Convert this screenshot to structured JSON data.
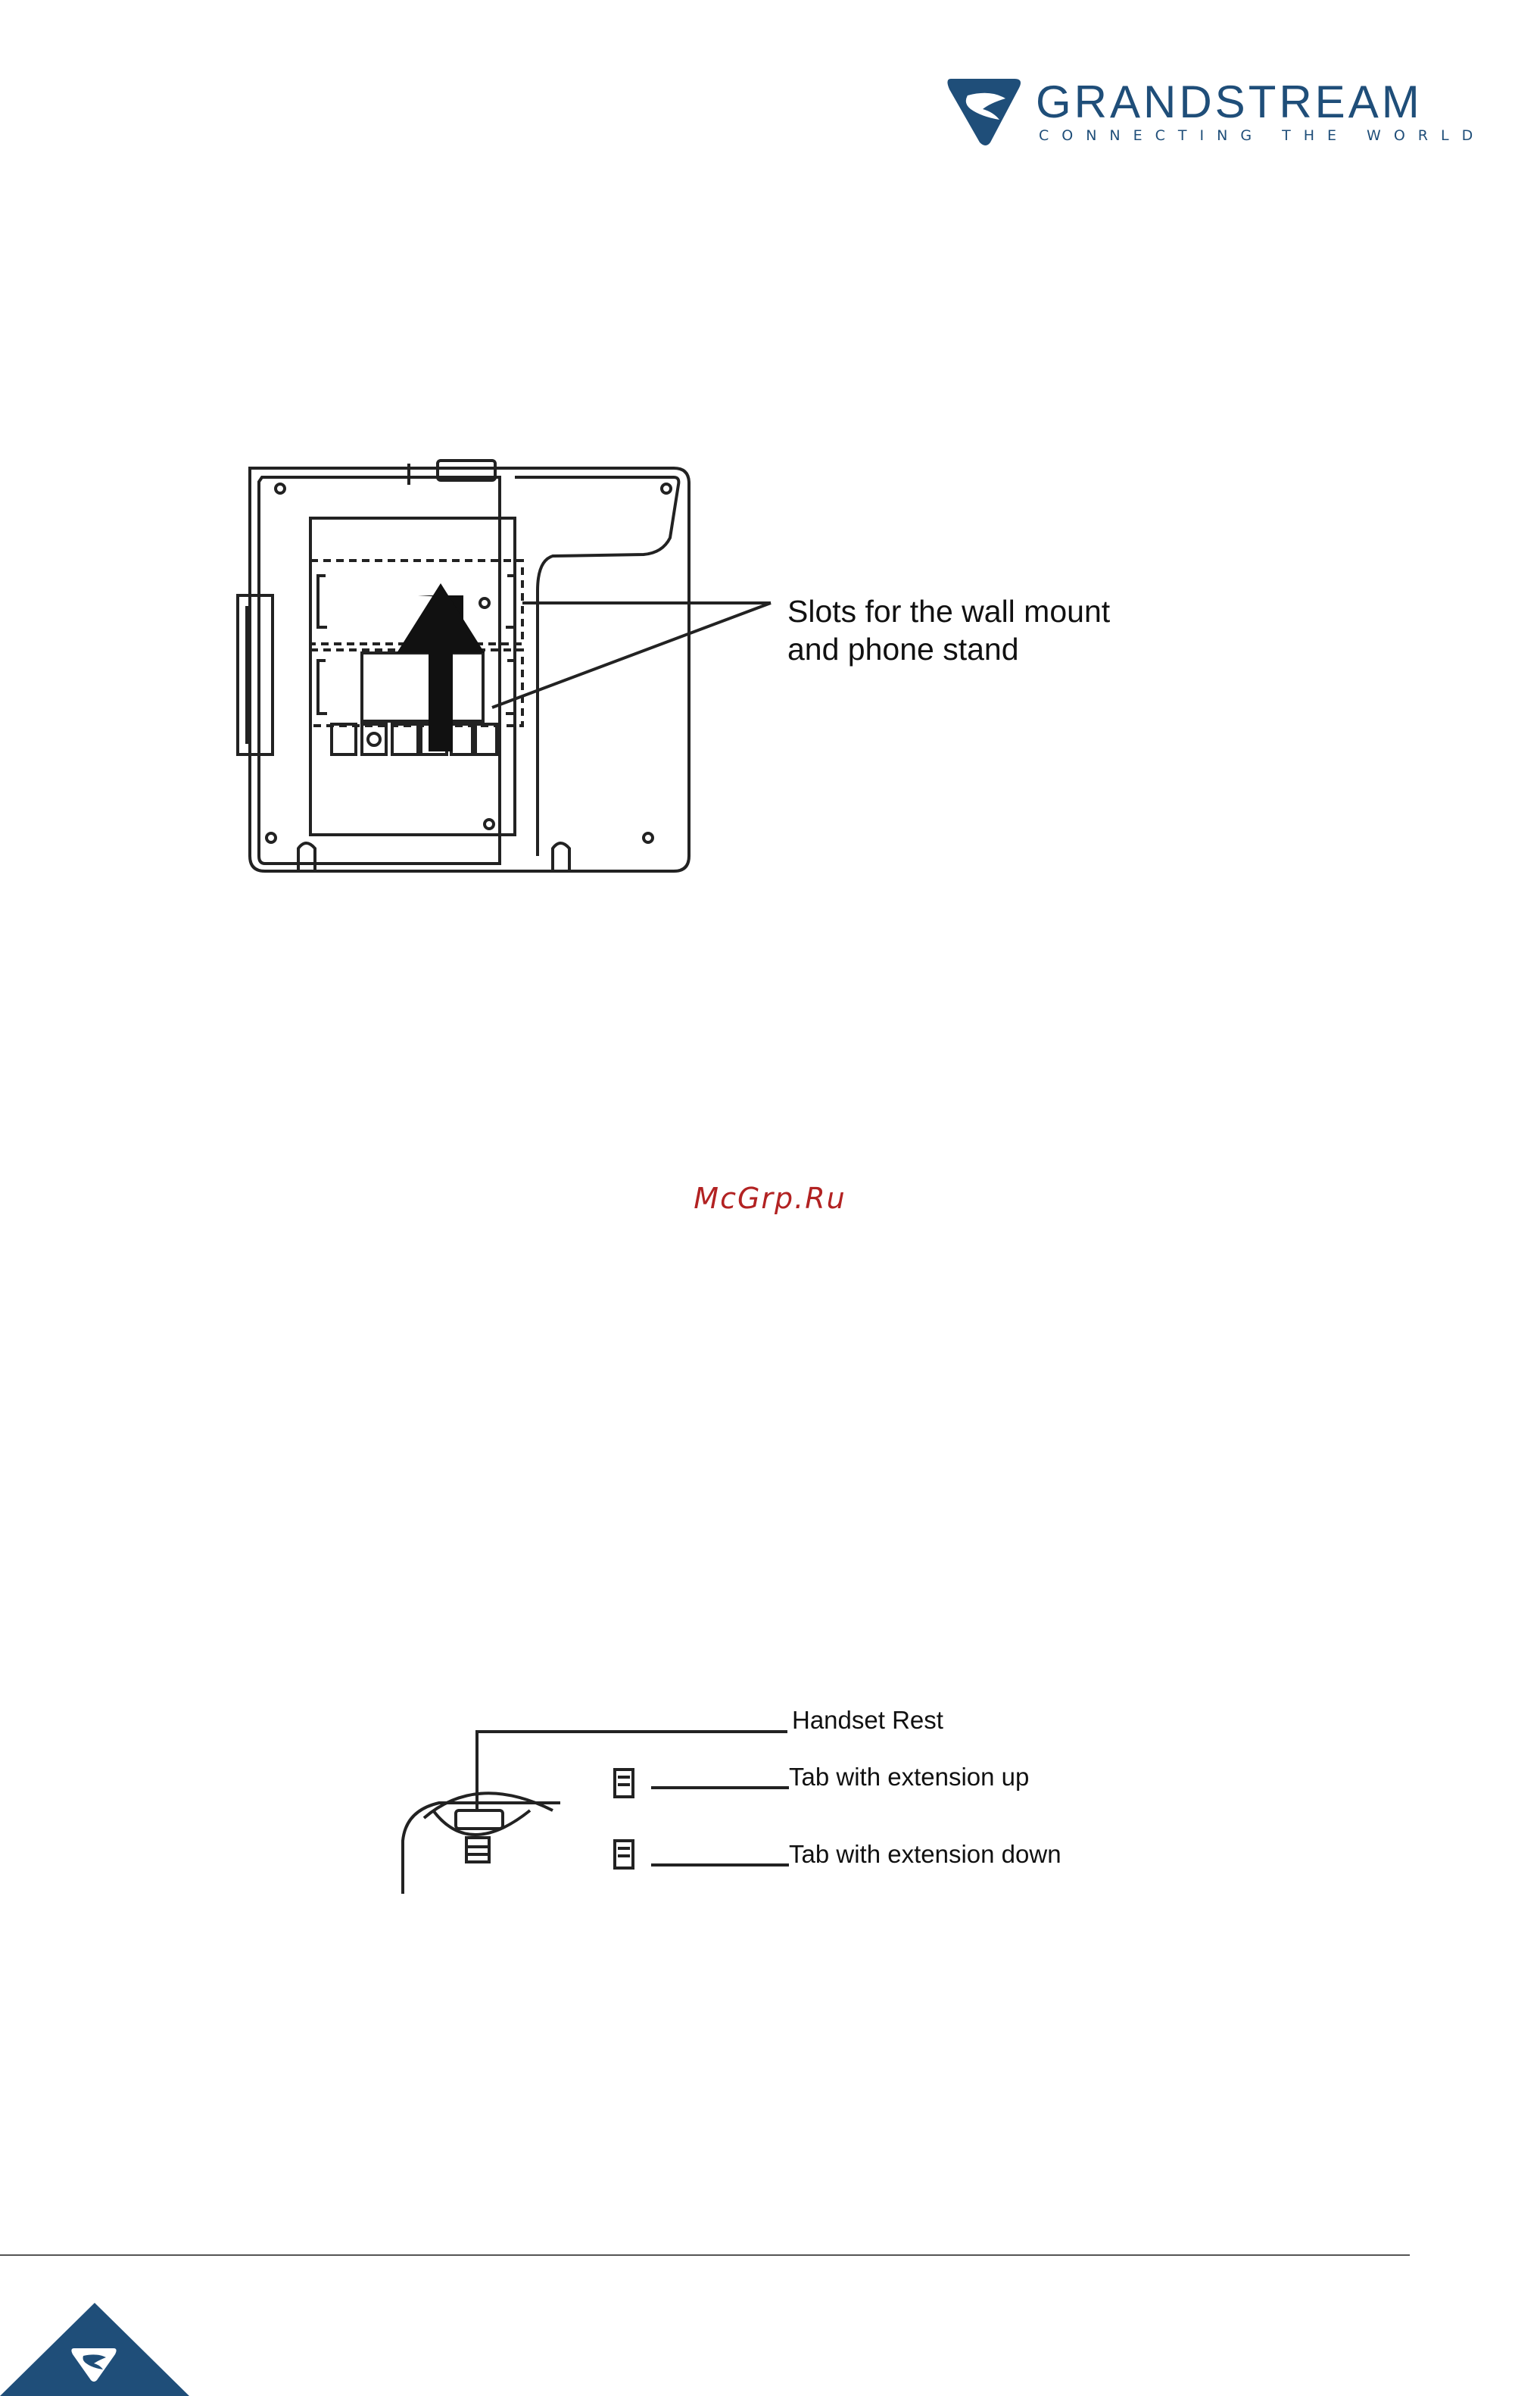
{
  "header": {
    "brand_name": "GRANDSTREAM",
    "brand_tagline": "CONNECTING THE WORLD",
    "brand_color": "#1f4e79"
  },
  "figure1": {
    "callout_line1": "Slots for the wall mount",
    "callout_line2": "and phone stand"
  },
  "watermark": {
    "text": "McGrp.Ru",
    "color": "#b22222"
  },
  "figure2": {
    "label_handset_rest": "Handset Rest",
    "label_tab_up": "Tab with extension up",
    "label_tab_down": "Tab with extension down"
  },
  "footer": {
    "logo_icon": "grandstream-logo-icon"
  }
}
